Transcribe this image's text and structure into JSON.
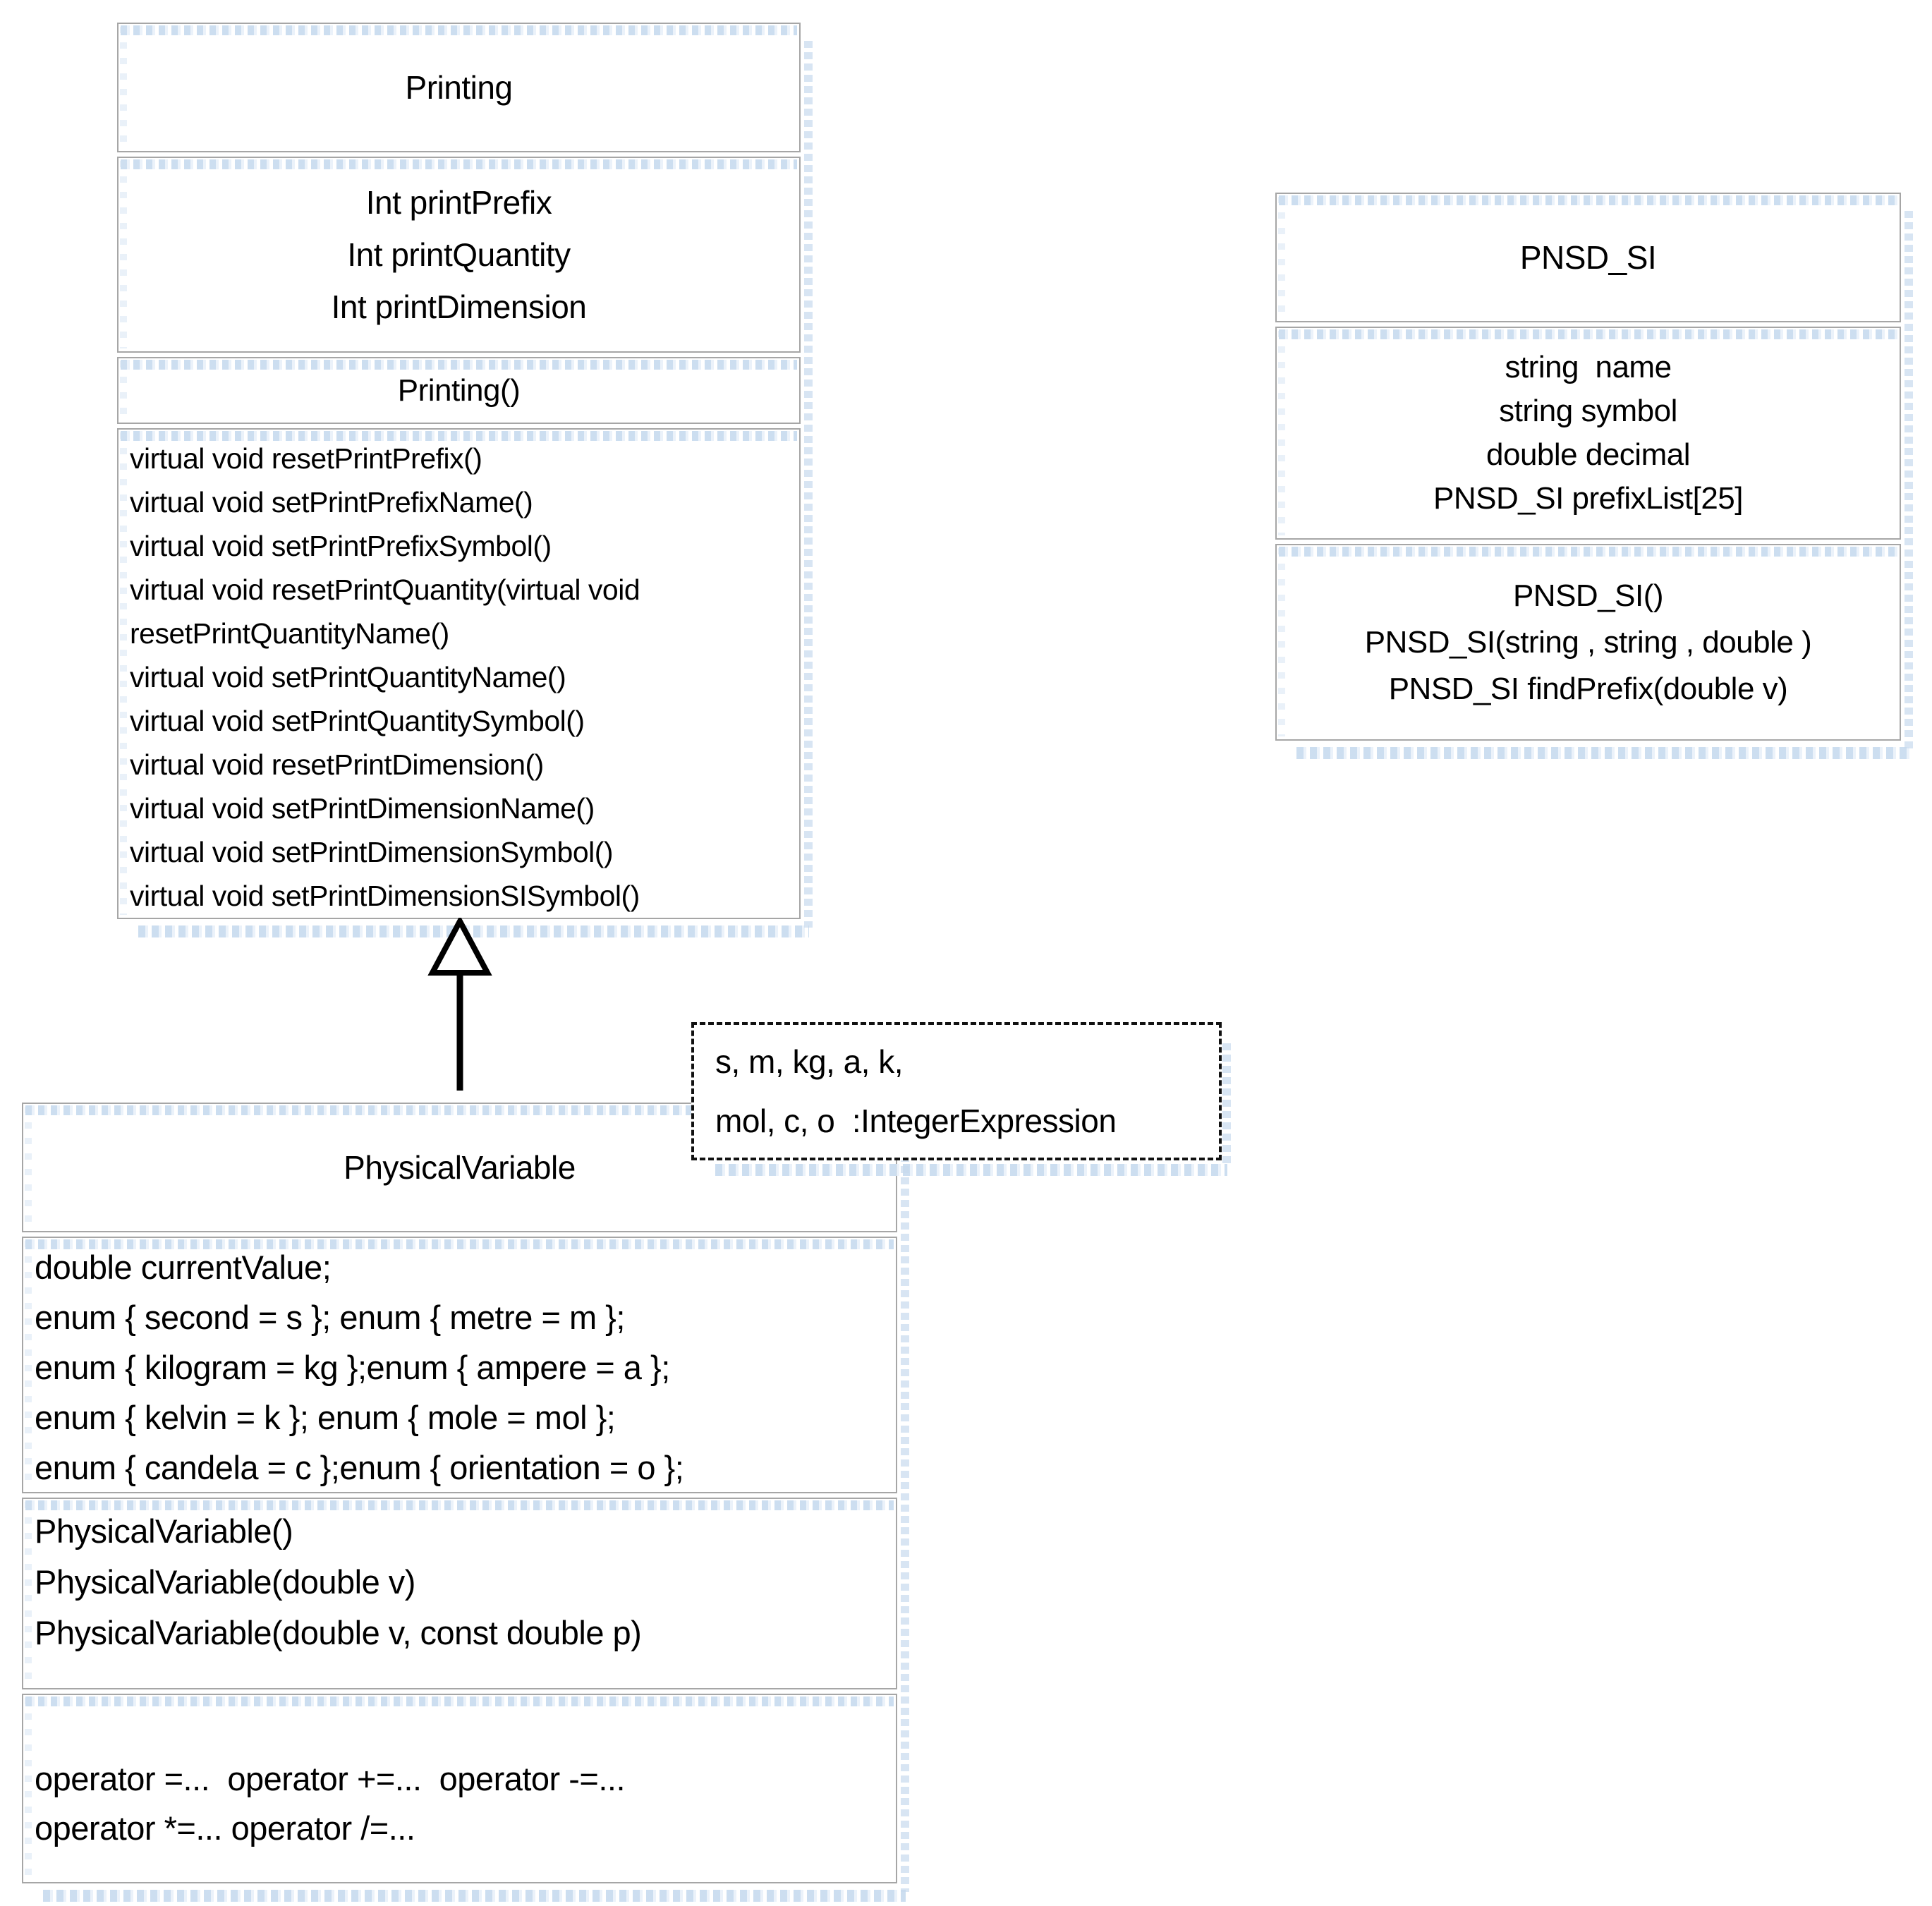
{
  "diagram": {
    "classes": {
      "printing": {
        "title": "Printing",
        "attributes": [
          "Int printPrefix",
          "Int printQuantity",
          "Int printDimension"
        ],
        "constructor_label": "Printing()",
        "methods": [
          "virtual void resetPrintPrefix()",
          "virtual void setPrintPrefixName()",
          "virtual void setPrintPrefixSymbol()",
          "virtual void resetPrintQuantity(virtual void",
          "resetPrintQuantityName()",
          "virtual void setPrintQuantityName()",
          "virtual void setPrintQuantitySymbol()",
          "virtual void resetPrintDimension()",
          "virtual void setPrintDimensionName()",
          "virtual void setPrintDimensionSymbol()",
          "virtual void setPrintDimensionSISymbol()"
        ]
      },
      "pnsd_si": {
        "title": "PNSD_SI",
        "attributes": [
          "string  name",
          "string symbol",
          "double decimal",
          "PNSD_SI prefixList[25]"
        ],
        "methods": [
          "PNSD_SI()",
          "PNSD_SI(string , string , double )",
          "PNSD_SI findPrefix(double v)"
        ]
      },
      "physical_variable": {
        "title": "PhysicalVariable",
        "attributes": [
          "double currentValue;",
          "enum { second = s }; enum { metre = m };",
          "enum { kilogram = kg };enum { ampere = a };",
          "enum { kelvin = k }; enum { mole = mol };",
          "enum { candela = c };enum { orientation = o };"
        ],
        "constructors": [
          "PhysicalVariable()",
          "PhysicalVariable(double v)",
          "PhysicalVariable(double v, const double p)"
        ],
        "operators": [
          "operator =...  operator +=...  operator -=...",
          "operator *=... operator /=..."
        ]
      }
    },
    "note": {
      "line1": "s, m, kg, a, k,",
      "line2": "mol, c, o  :IntegerExpression"
    },
    "relationship": {
      "type": "inheritance",
      "from": "PhysicalVariable",
      "to": "Printing"
    }
  }
}
